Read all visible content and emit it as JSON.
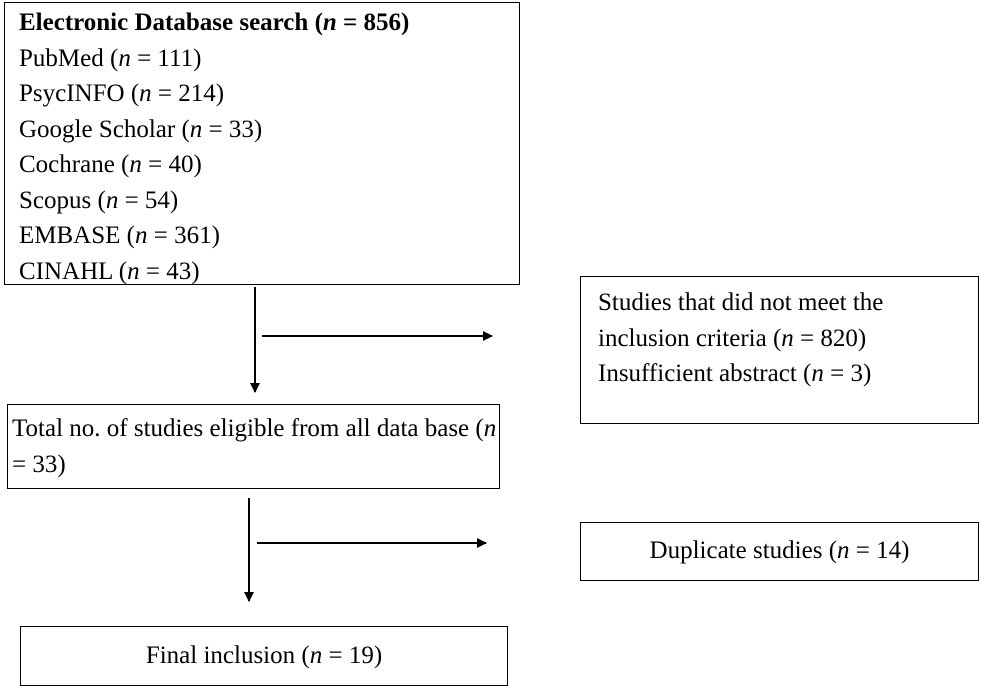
{
  "search": {
    "title": "Electronic Database search",
    "title_n": "856",
    "sources": [
      {
        "name": "PubMed",
        "n": "111"
      },
      {
        "name": "PsycINFO",
        "n": "214"
      },
      {
        "name": "Google Scholar",
        "n": "33"
      },
      {
        "name": "Cochrane",
        "n": "40"
      },
      {
        "name": "Scopus",
        "n": "54"
      },
      {
        "name": "EMBASE",
        "n": "361"
      },
      {
        "name": "CINAHL",
        "n": "43"
      }
    ]
  },
  "exclusion": {
    "line1": "Studies that did not meet the",
    "line2": "inclusion criteria",
    "line2_n": "820",
    "line3": "Insufficient abstract",
    "line3_n": "3"
  },
  "eligible": {
    "text": "Total no. of studies eligible from all data base",
    "n": "33"
  },
  "duplicate": {
    "text": "Duplicate studies",
    "n": "14"
  },
  "final": {
    "text": "Final inclusion",
    "n": "19"
  },
  "n_symbol": "n"
}
